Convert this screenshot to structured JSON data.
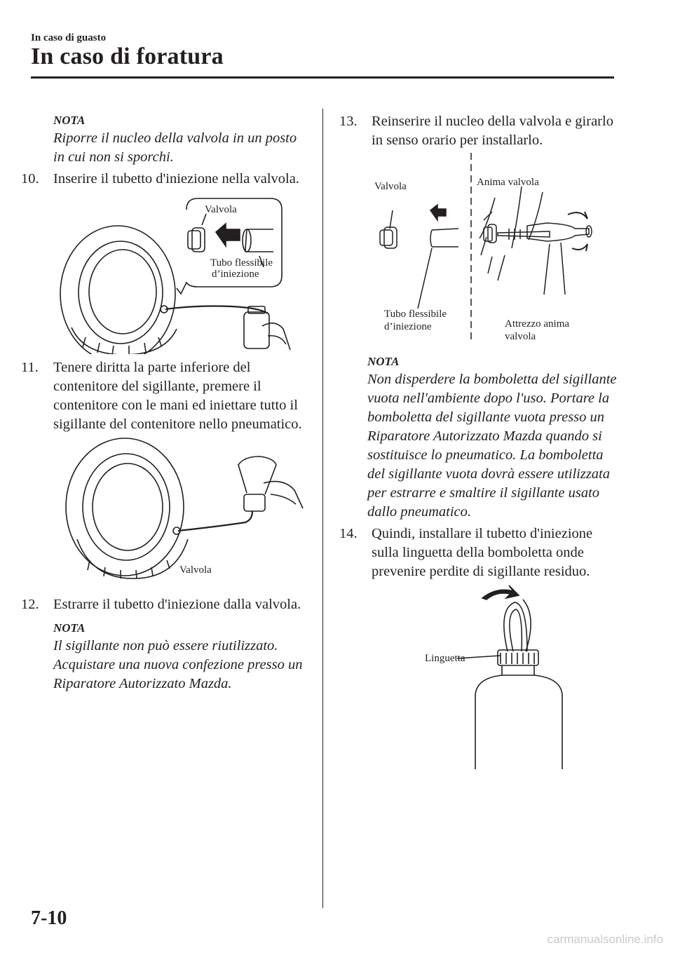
{
  "header": {
    "section": "In caso di guasto",
    "title": "In caso di foratura"
  },
  "left": {
    "note1": {
      "title": "NOTA",
      "body": "Riporre il nucleo della valvola in un posto in cui non si sporchi."
    },
    "step10": {
      "num": "10.",
      "text": "Inserire il tubetto d'iniezione nella valvola."
    },
    "fig1": {
      "valvola": "Valvola",
      "tubo1": "Tubo flessibile",
      "tubo2": "d’iniezione"
    },
    "step11": {
      "num": "11.",
      "text": "Tenere diritta la parte inferiore del contenitore del sigillante, premere il contenitore con le mani ed iniettare tutto il sigillante del contenitore nello pneumatico."
    },
    "fig2": {
      "valvola": "Valvola"
    },
    "step12": {
      "num": "12.",
      "text": "Estrarre il tubetto d'iniezione dalla valvola."
    },
    "note2": {
      "title": "NOTA",
      "body": "Il sigillante non può essere riutilizzato. Acquistare una nuova confezione presso un Riparatore Autorizzato Mazda."
    }
  },
  "right": {
    "step13": {
      "num": "13.",
      "text": "Reinserire il nucleo della valvola e girarlo in senso orario per installarlo."
    },
    "fig3": {
      "valvola": "Valvola",
      "anima": "Anima valvola",
      "tubo1": "Tubo flessibile",
      "tubo2": "d’iniezione",
      "attrezzo1": "Attrezzo anima",
      "attrezzo2": "valvola"
    },
    "note3": {
      "title": "NOTA",
      "body": "Non disperdere la bomboletta del sigillante vuota nell'ambiente dopo l'uso. Portare la bomboletta del sigillante vuota presso un Riparatore Autorizzato Mazda quando si sostituisce lo pneumatico. La bomboletta del sigillante vuota dovrà essere utilizzata per estrarre e smaltire il sigillante usato dallo pneumatico."
    },
    "step14": {
      "num": "14.",
      "text": "Quindi, installare il tubetto d'iniezione sulla linguetta della bomboletta onde prevenire perdite di sigillante residuo."
    },
    "fig4": {
      "linguetta": "Linguetta"
    }
  },
  "footer": {
    "page": "7-10",
    "watermark": "carmanualsonline.info"
  }
}
